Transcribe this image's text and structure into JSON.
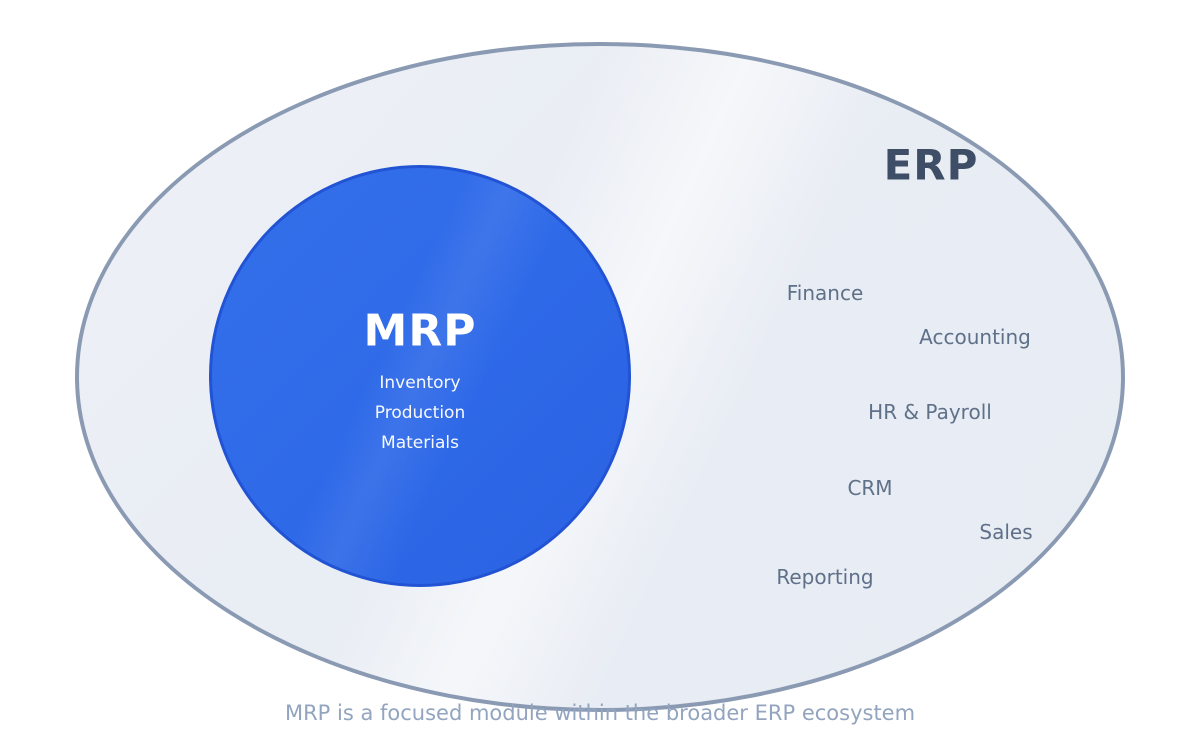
{
  "diagram": {
    "title": "ERP / MRP Euler diagram",
    "erp": {
      "label": "ERP",
      "modules": [
        "Finance",
        "Accounting",
        "HR & Payroll",
        "CRM",
        "Sales",
        "Reporting"
      ]
    },
    "mrp": {
      "label": "MRP",
      "items": [
        "Inventory",
        "Production",
        "Materials"
      ]
    },
    "caption": "MRP is a focused module within the broader ERP ecosystem"
  },
  "colors": {
    "page_background": "#ffffff",
    "erp_ellipse_fill": "#e9edf4",
    "erp_ellipse_border": "#8b9ab3",
    "erp_label_text": "#3e4e66",
    "module_label_text": "#5f7089",
    "mrp_circle_fill": "#2e69e8",
    "mrp_circle_border": "#2153d4",
    "mrp_text": "#ffffff",
    "caption_text": "#92a4bf"
  }
}
